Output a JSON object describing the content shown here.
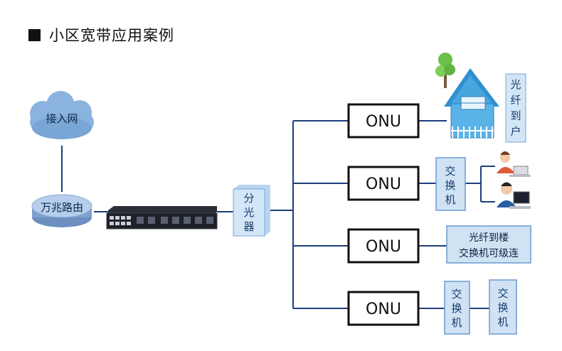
{
  "page": {
    "title": "小区宽带应用案例"
  },
  "diagram": {
    "cloud_label": "接入网",
    "router_label": "万兆路由",
    "splitter_label": "分光器",
    "onu_label": "ONU",
    "fiber_to_home": "光纤到户",
    "switch_label": "交换机",
    "note_line1": "光纤到楼",
    "note_line2": "交换机可级连"
  },
  "colors": {
    "line": "#1c3f7a",
    "box_fill": "#cfe3f5",
    "box_stroke": "#6a9bd1",
    "router_fill": "#aec8ea",
    "cloud_fill": "#8ab3df",
    "house_fill": "#49a6dd"
  }
}
